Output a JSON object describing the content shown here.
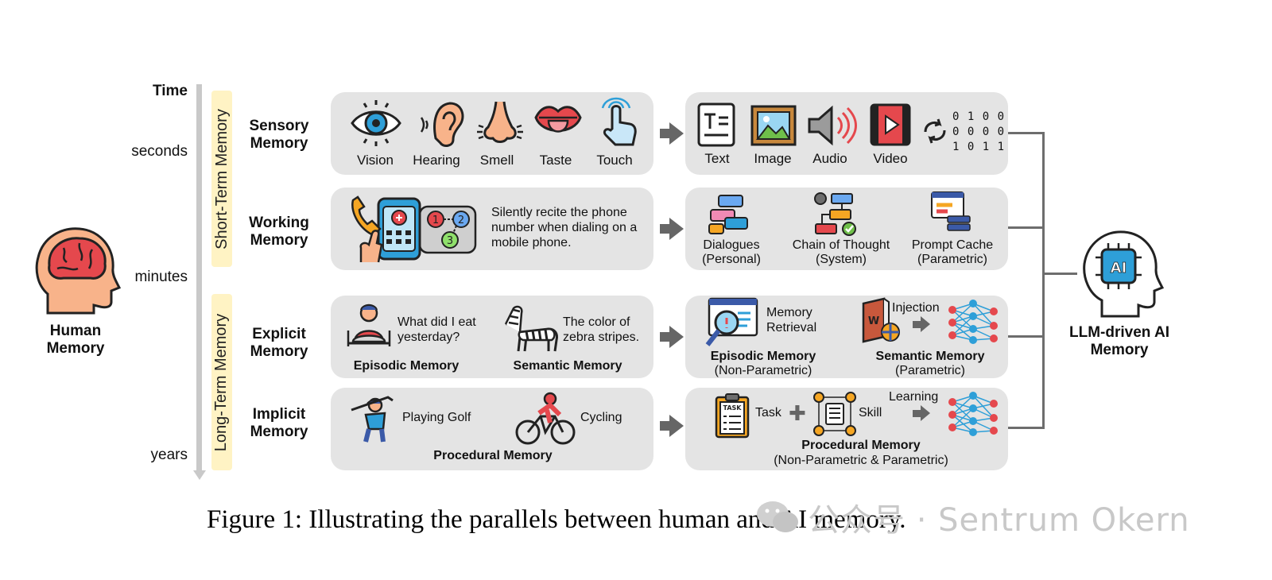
{
  "time_axis": {
    "title": "Time",
    "ticks": [
      "seconds",
      "minutes",
      "years"
    ]
  },
  "bands": {
    "short": "Short-Term Memory",
    "long": "Long-Term Memory"
  },
  "rows": {
    "sensory": "Sensory Memory",
    "working": "Working Memory",
    "explicit": "Explicit Memory",
    "implicit": "Implicit Memory"
  },
  "human": {
    "label": "Human Memory",
    "senses": [
      "Vision",
      "Hearing",
      "Smell",
      "Taste",
      "Touch"
    ],
    "working_text": "Silently recite the phone number when dialing on a mobile phone.",
    "explicit": {
      "episodic_q": "What did I eat yesterday?",
      "episodic_label": "Episodic Memory",
      "semantic_q": "The color of zebra stripes.",
      "semantic_label": "Semantic Memory"
    },
    "implicit": {
      "golf": "Playing Golf",
      "cycling": "Cycling",
      "label": "Procedural Memory"
    }
  },
  "ai": {
    "label": "LLM-driven AI Memory",
    "sensory": [
      "Text",
      "Image",
      "Audio",
      "Video"
    ],
    "binary": [
      "0 1 0 0",
      "0 0 0 0",
      "1 0 1 1"
    ],
    "working": [
      {
        "name": "Dialogues",
        "type": "(Personal)"
      },
      {
        "name": "Chain of Thought",
        "type": "(System)"
      },
      {
        "name": "Prompt Cache",
        "type": "(Parametric)"
      }
    ],
    "explicit": {
      "retrieval": "Memory Retrieval",
      "injection": "Injection",
      "episodic": "Episodic Memory",
      "episodic_type": "(Non-Parametric)",
      "semantic": "Semantic Memory",
      "semantic_type": "(Parametric)"
    },
    "implicit": {
      "task": "Task",
      "skill": "Skill",
      "learning": "Learning",
      "label": "Procedural Memory",
      "type": "(Non-Parametric & Parametric)"
    }
  },
  "caption": "Figure 1: Illustrating the parallels between human and AI memory.",
  "watermark": "公众号 · Sentrum Okern",
  "colors": {
    "panel": "#e4e4e4",
    "band": "#fff3c4",
    "arrow": "#666666",
    "accent_blue": "#2e9fd8",
    "accent_red": "#e5484d",
    "skin": "#f8b38a"
  }
}
